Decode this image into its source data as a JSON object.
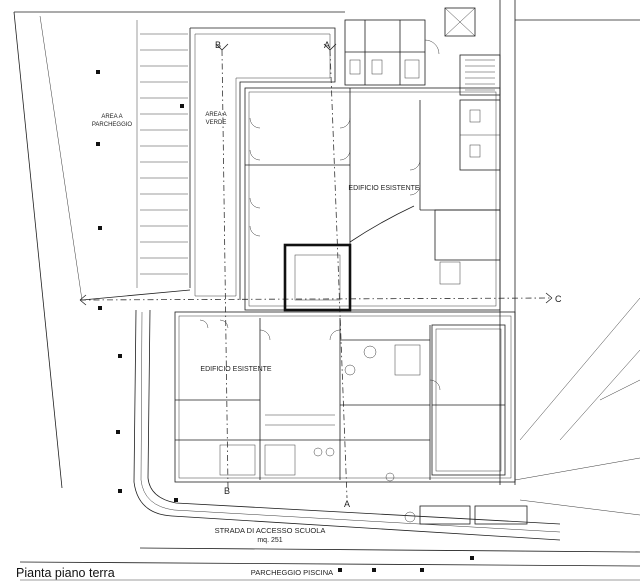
{
  "plan": {
    "title": "Pianta piano terra",
    "labels": {
      "parking_area_line1": "AREA A",
      "parking_area_line2": "PARCHEGGIO",
      "green_area_line1": "AREA A",
      "green_area_line2": "VERDE",
      "existing_building_north": "EDIFICIO ESISTENTE",
      "existing_building_south": "EDIFICIO ESISTENTE",
      "access_road": "STRADA DI ACCESSO SCUOLA",
      "access_road_area": "mq. 251",
      "pool_parking": "PARCHEGGIO PISCINA"
    },
    "section_marks": {
      "b_top": "B",
      "a_top": "A",
      "b_bottom": "B",
      "a_bottom": "A",
      "c_right": "C"
    }
  }
}
